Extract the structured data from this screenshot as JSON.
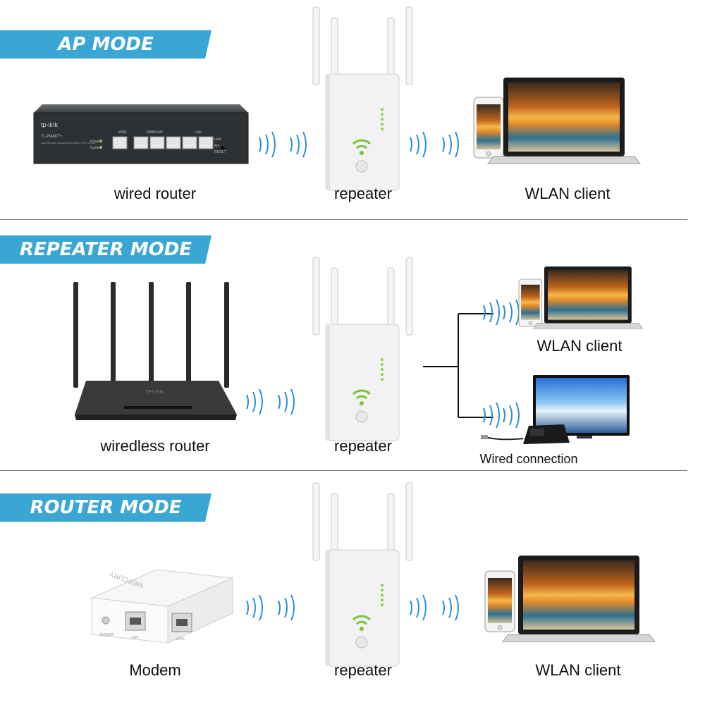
{
  "sections": [
    {
      "title": "AP MODE",
      "source_label": "wired router",
      "device_label": "repeater",
      "client_label": "WLAN client",
      "router_brand": "tp-link",
      "router_model": "TL-R480T+",
      "router_subtitle": "SafeStream Gigabit Multi-WAN VPN Router",
      "router_port_labels": [
        "WAN",
        "WAN/LAN",
        "LAN",
        "Power",
        "System",
        "LinK",
        "Act",
        "RESET"
      ]
    },
    {
      "title": "REPEATER MODE",
      "source_label": "wiredless router",
      "device_label": "repeater",
      "client_label": "WLAN client",
      "wired_label": "Wired connection",
      "router_brand": "TP-LINK"
    },
    {
      "title": "ROUTER MODE",
      "source_label": "Modem",
      "device_label": "repeater",
      "client_label": "WLAN client",
      "modem_brand": "MERCURY",
      "modem_port_labels": [
        "POWER",
        "LAN",
        "ADSL"
      ]
    }
  ],
  "colors": {
    "banner": "#3aa6d3",
    "signal": "#2f8fd1",
    "led": "#8bd14a",
    "repeater_body": "#f2f2f2"
  },
  "icons": [
    "router-icon",
    "repeater-icon",
    "wifi-signal-icon",
    "phone-icon",
    "laptop-icon",
    "monitor-icon",
    "set-top-box-icon",
    "modem-icon"
  ]
}
